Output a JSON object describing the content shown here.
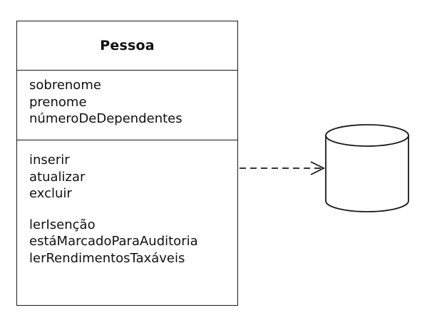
{
  "diagram": {
    "class_name": "Pessoa",
    "attributes": [
      "sobrenome",
      "prenome",
      "númeroDeDependentes"
    ],
    "operations_group1": [
      "inserir",
      "atualizar",
      "excluir"
    ],
    "operations_group2": [
      "lerIsenção",
      "estáMarcadoParaAuditoria",
      "lerRendimentosTaxáveis"
    ]
  },
  "colors": {
    "stroke": "#1a1a1a",
    "text": "#111111",
    "background": "#ffffff"
  },
  "icons": {
    "database": "database-icon",
    "dependency": "dashed-dependency-arrow"
  }
}
